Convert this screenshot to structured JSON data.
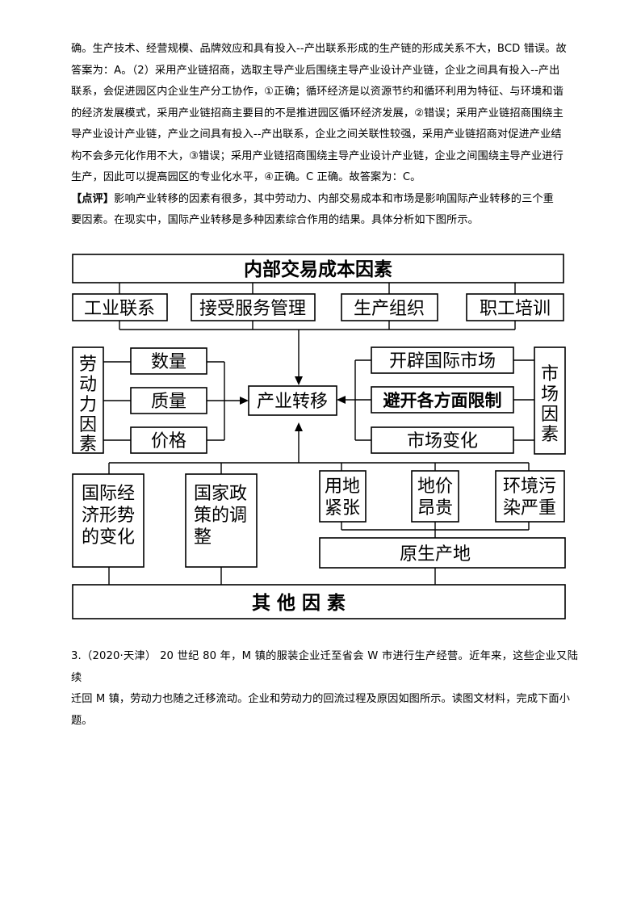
{
  "text": {
    "para1_l1": "确。生产技术、经营规模、品牌效应和具有投入--产出联系形成的生产链的形成关系不大，BCD 错误。故",
    "para1_l2": "答案为：A。（2）采用产业链招商，选取主导产业后围绕主导产业设计产业链，企业之间具有投入--产出",
    "para1_l3": "联系，会促进园区内企业生产分工协作，①正确；循环经济是以资源节约和循环利用为特征、与环境和谐",
    "para1_l4": "的经济发展模式，采用产业链招商主要目的不是推进园区循环经济发展，②错误；采用产业链招商围绕主",
    "para1_l5": "导产业设计产业链，产业之间具有投入--产出联系，企业之间关联性较强，采用产业链招商对促进产业结",
    "para1_l6": "构不会多元化作用不大，③错误；采用产业链招商围绕主导产业设计产业链，企业之间围绕主导产业进行",
    "para1_l7": "生产，因此可以提高园区的专业化水平，④正确。C 正确。故答案为：C。",
    "comment_tag": "【点评】",
    "comment_l1": "影响产业转移的因素有很多，其中劳动力、内部交易成本和市场是影响国际产业转移的三个重",
    "comment_l2": "要因素。在现实中，国际产业转移是多种因素综合作用的结果。具体分析如下图所示。",
    "q3_l1": "3.（2020·天津）    20 世纪 80 年，M 镇的服装企业迁至省会 W 市进行生产经营。近年来，这些企业又陆续",
    "q3_l2": "迁回 M 镇，劳动力也随之迁移流动。企业和劳动力的回流过程及原因如图所示。读图文材料，完成下面小",
    "q3_l3": "题。"
  },
  "diagram": {
    "internal": "内部交易成本因素",
    "internal_items": [
      "工业联系",
      "接受服务管理",
      "生产组织",
      "职工培训"
    ],
    "labor_chars": [
      "劳",
      "动",
      "力",
      "因",
      "素"
    ],
    "labor_items": [
      "数量",
      "质量",
      "价格"
    ],
    "center": "产业转移",
    "market_items": [
      "开辟国际市场",
      "避开各方面限制",
      "市场变化"
    ],
    "market_chars": [
      "市",
      "场",
      "因",
      "素"
    ],
    "intl": [
      "国际经",
      "济形势",
      "的变化"
    ],
    "policy": [
      "国家政",
      "策的调",
      "整"
    ],
    "land": [
      "用地",
      "紧张"
    ],
    "price": [
      "地价",
      "昂贵"
    ],
    "pollution": [
      "环境污",
      "染严重"
    ],
    "origin": "原生产地",
    "other": "其 他 因 素"
  }
}
